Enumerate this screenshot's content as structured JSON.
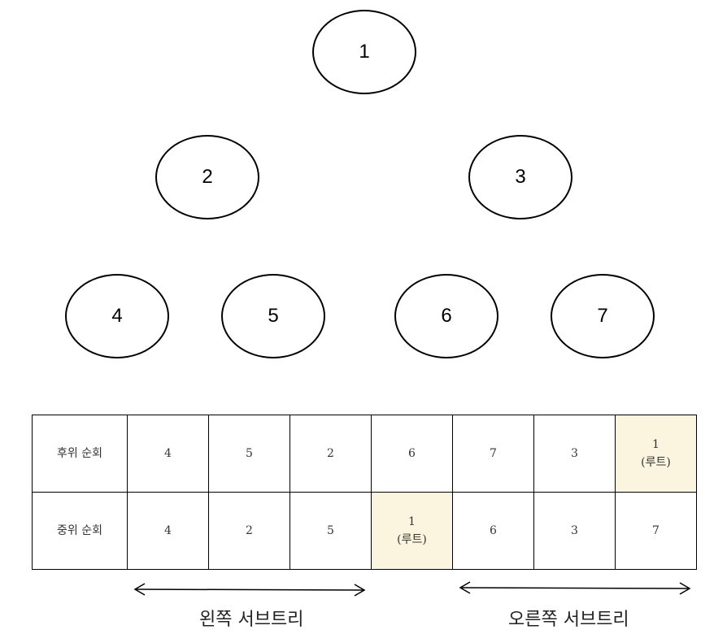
{
  "tree": {
    "nodes": [
      "1",
      "2",
      "3",
      "4",
      "5",
      "6",
      "7"
    ]
  },
  "table": {
    "postorder": {
      "label": "후위 순회",
      "cells": [
        "4",
        "5",
        "2",
        "6",
        "7",
        "3",
        "1"
      ],
      "root_note": "(루트)"
    },
    "inorder": {
      "label": "중위 순회",
      "cells": [
        "4",
        "2",
        "5",
        "1",
        "6",
        "3",
        "7"
      ],
      "root_note": "(루트)"
    }
  },
  "annotations": {
    "left_subtree": "왼쪽 서브트리",
    "right_subtree": "오른쪽 서브트리"
  },
  "colors": {
    "root_highlight": "#fbf4de"
  }
}
